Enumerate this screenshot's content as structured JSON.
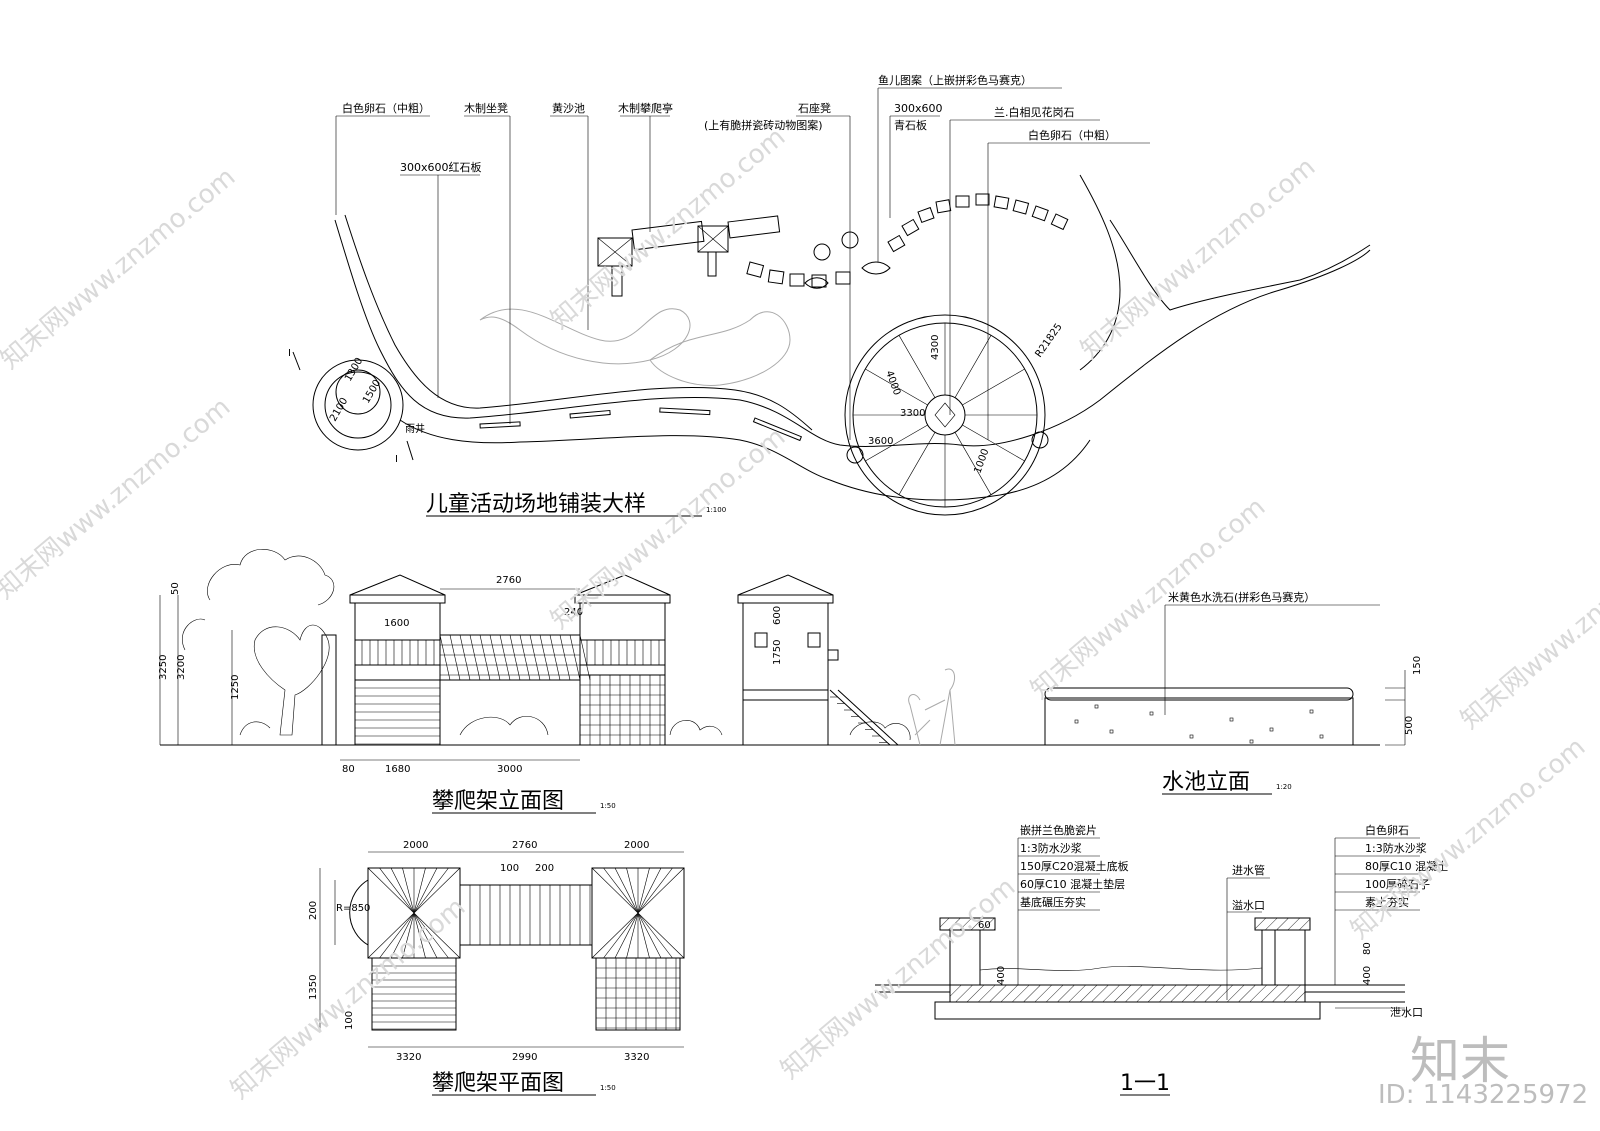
{
  "plan": {
    "title": "儿童活动场地铺装大样",
    "scale": "1:100",
    "callouts": {
      "pebble_left": "白色卵石（中粗）",
      "wood_bench": "木制坐凳",
      "red_stone": "300x600红石板",
      "sand_pit": "黄沙池",
      "climb_pavilion": "木制攀爬亭",
      "stone_seat": "石座凳",
      "stone_seat_note": "(上有脆拼瓷砖动物图案)",
      "fish_pattern": "鱼儿图案（上嵌拼彩色马赛克）",
      "blue_stone": "300x600",
      "blue_stone_2": "青石板",
      "granite": "兰.白相见花岗石",
      "pebble_right": "白色卵石（中粗）",
      "well": "雨井"
    },
    "dims": {
      "r_small_1": "1300",
      "r_small_2": "1500",
      "r_small_3": "2100",
      "radius": "R21825",
      "d4300": "4300",
      "d4000": "4000",
      "d3300": "3300",
      "d3600": "3600",
      "d1000": "1000",
      "section_mark": "I"
    }
  },
  "climb_elev": {
    "title": "攀爬架立面图",
    "scale": "1:50",
    "dims": {
      "w2760": "2760",
      "w1600": "1600",
      "w1680": "1680",
      "w3000": "3000",
      "w80": "80",
      "h3250": "3250",
      "h3200": "3200",
      "h1250": "1250",
      "h1750": "1750",
      "h600": "600",
      "h50": "50",
      "h240": "240"
    }
  },
  "pool_elev": {
    "title": "水池立面",
    "scale": "1:20",
    "callout": "米黄色水洗石(拼彩色马赛克）",
    "dims": {
      "h150": "150",
      "h500": "500"
    }
  },
  "climb_plan": {
    "title": "攀爬架平面图",
    "scale": "1:50",
    "dims": {
      "t2000a": "2000",
      "t2760": "2760",
      "t2000b": "2000",
      "t100": "100",
      "t200": "200",
      "r850": "R=850",
      "v200": "200",
      "v1350": "1350",
      "v100": "100",
      "b3320a": "3320",
      "b2990": "2990",
      "b3320b": "3320"
    }
  },
  "section": {
    "title": "1一1",
    "left_layers": [
      "嵌拼兰色脆瓷片",
      "1:3防水沙浆",
      "150厚C20混凝土底板",
      "60厚C10 混凝土垫层",
      "基底碾压夯实"
    ],
    "right_layers": [
      "白色卵石",
      "1:3防水沙浆",
      "80厚C10 混凝土",
      "100厚碎石子",
      "素土夯实"
    ],
    "inlet": "进水管",
    "overflow": "溢水口",
    "drain": "泄水口",
    "dims": {
      "d60": "60",
      "d400a": "400",
      "d400b": "400",
      "d80": "80"
    }
  },
  "brand": {
    "watermark": "知末网www.znzmo.com",
    "logo": "知末",
    "id": "ID: 1143225972"
  }
}
